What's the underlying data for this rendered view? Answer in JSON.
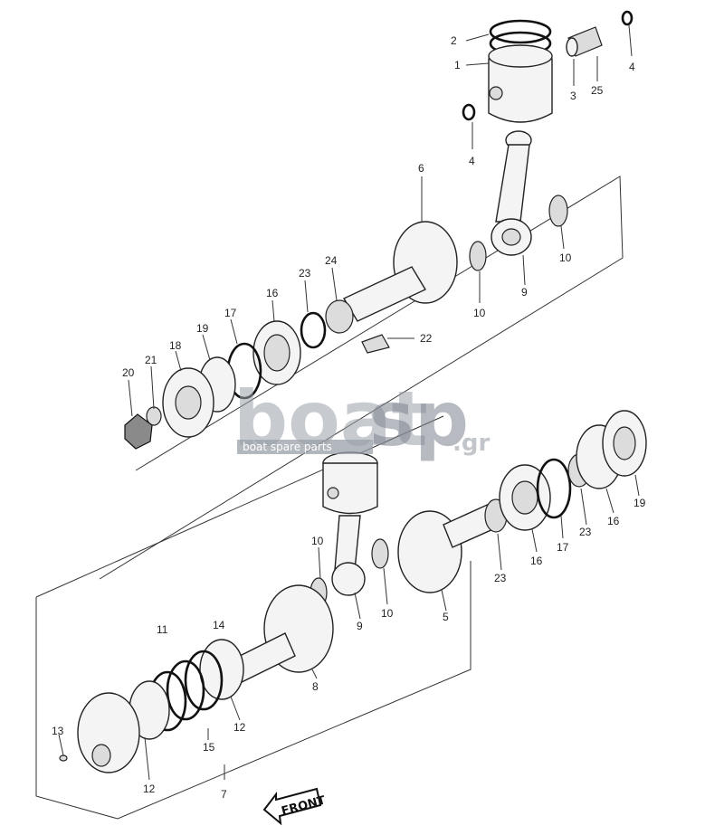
{
  "callouts": [
    {
      "id": "c2",
      "text": "2"
    },
    {
      "id": "c1",
      "text": "1"
    },
    {
      "id": "c4a",
      "text": "4"
    },
    {
      "id": "c3",
      "text": "3"
    },
    {
      "id": "c25",
      "text": "25"
    },
    {
      "id": "c4b",
      "text": "4"
    },
    {
      "id": "c6",
      "text": "6"
    },
    {
      "id": "c10a",
      "text": "10"
    },
    {
      "id": "c10b",
      "text": "10"
    },
    {
      "id": "c9a",
      "text": "9"
    },
    {
      "id": "c24",
      "text": "24"
    },
    {
      "id": "c23a",
      "text": "23"
    },
    {
      "id": "c16a",
      "text": "16"
    },
    {
      "id": "c17a",
      "text": "17"
    },
    {
      "id": "c19a",
      "text": "19"
    },
    {
      "id": "c18",
      "text": "18"
    },
    {
      "id": "c21",
      "text": "21"
    },
    {
      "id": "c20",
      "text": "20"
    },
    {
      "id": "c22",
      "text": "22"
    },
    {
      "id": "c19b",
      "text": "19"
    },
    {
      "id": "c16b",
      "text": "16"
    },
    {
      "id": "c23b",
      "text": "23"
    },
    {
      "id": "c17b",
      "text": "17"
    },
    {
      "id": "c16c",
      "text": "16"
    },
    {
      "id": "c23c",
      "text": "23"
    },
    {
      "id": "c10c",
      "text": "10"
    },
    {
      "id": "c10d",
      "text": "10"
    },
    {
      "id": "c9b",
      "text": "9"
    },
    {
      "id": "c5",
      "text": "5"
    },
    {
      "id": "c11",
      "text": "11"
    },
    {
      "id": "c14",
      "text": "14"
    },
    {
      "id": "c12a",
      "text": "12"
    },
    {
      "id": "c8",
      "text": "8"
    },
    {
      "id": "c15",
      "text": "15"
    },
    {
      "id": "c13",
      "text": "13"
    },
    {
      "id": "c12b",
      "text": "12"
    },
    {
      "id": "c7",
      "text": "7"
    }
  ],
  "watermark": {
    "brand_a": "boat",
    "brand_b": "sp",
    "domain": ".gr",
    "tagline": "boat spare parts"
  },
  "front_label": "FRONT"
}
